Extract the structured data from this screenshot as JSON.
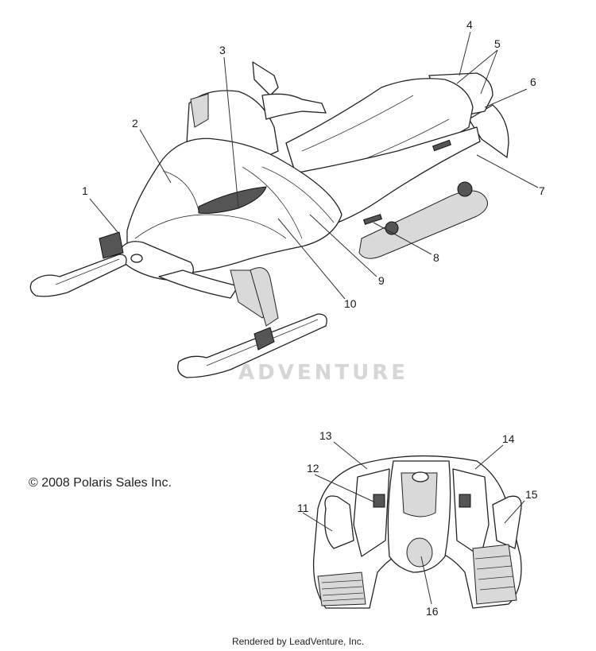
{
  "watermark": "ADVENTURE",
  "copyright": "© 2008 Polaris Sales Inc.",
  "footer": "Rendered by LeadVenture, Inc.",
  "callouts": [
    "1",
    "2",
    "3",
    "4",
    "5",
    "6",
    "7",
    "8",
    "9",
    "10",
    "11",
    "12",
    "13",
    "14",
    "15",
    "16"
  ]
}
